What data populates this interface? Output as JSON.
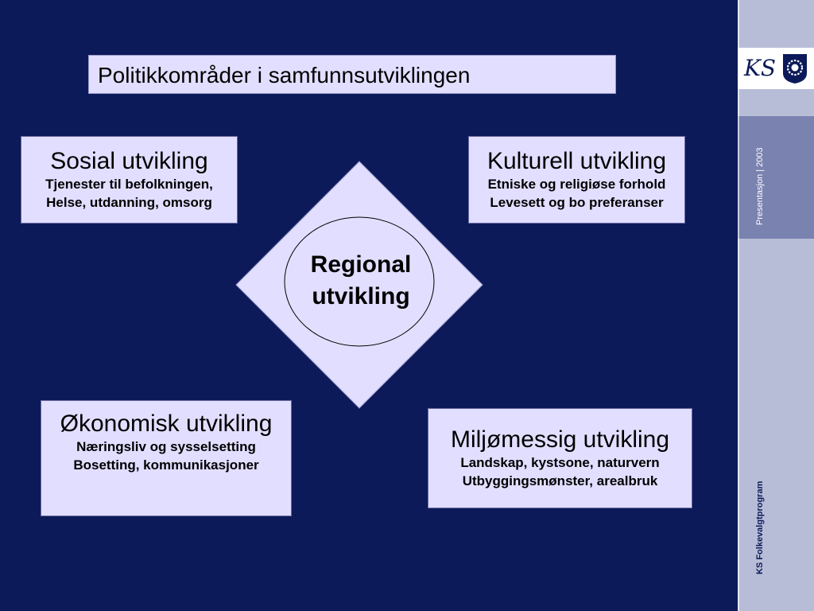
{
  "slide": {
    "title": "Politikkområder i samfunnsutviklingen",
    "center": {
      "line1": "Regional",
      "line2": "utvikling"
    },
    "boxes": {
      "sosial": {
        "heading": "Sosial utvikling",
        "line1": "Tjenester til befolkningen,",
        "line2": "Helse, utdanning, omsorg"
      },
      "kulturell": {
        "heading": "Kulturell utvikling",
        "line1": "Etniske og religiøse forhold",
        "line2": "Levesett og bo preferanser"
      },
      "okonomisk": {
        "heading": "Økonomisk utvikling",
        "line1": "Næringsliv og sysselsetting",
        "line2": "Bosetting, kommunikasjoner"
      },
      "miljo": {
        "heading": "Miljømessig utvikling",
        "line1": "Landskap, kystsone, naturvern",
        "line2": "Utbyggingsmønster, arealbruk"
      }
    }
  },
  "sidebar": {
    "logo_text": "KS",
    "vertical_top": "Presentasjon  |  2003",
    "vertical_bottom": "KS Folkevalgtprogram"
  },
  "colors": {
    "background": "#0c1a5a",
    "box_fill": "#e2deff",
    "sidebar_light": "#b8bdd7",
    "sidebar_mid": "#7a82b0"
  }
}
